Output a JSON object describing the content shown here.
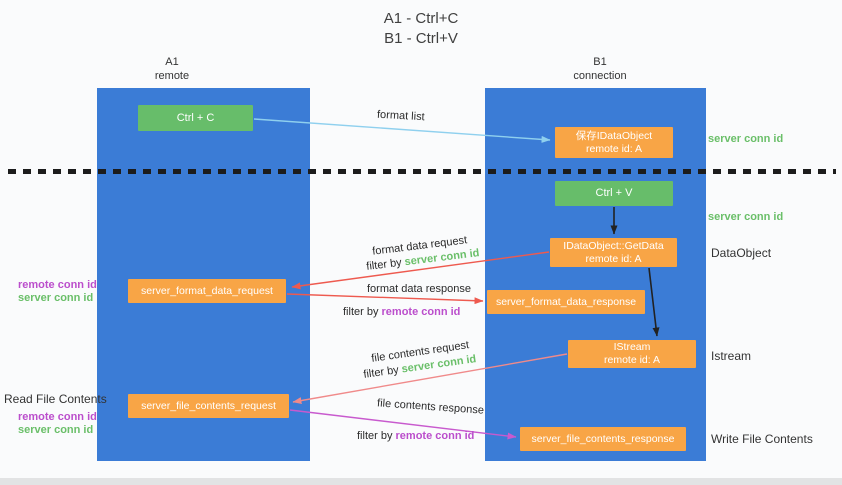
{
  "title": {
    "line1": "A1 - Ctrl+C",
    "line2": "B1 - Ctrl+V"
  },
  "lanes": {
    "left": {
      "name": "A1",
      "sub": "remote"
    },
    "right": {
      "name": "B1",
      "sub": "connection"
    }
  },
  "nodes": {
    "ctrl_c": "Ctrl + C",
    "ctrl_v": "Ctrl + V",
    "save_dataobject": {
      "line1": "保存IDataObject",
      "line2": "remote id: A"
    },
    "getdata": {
      "line1": "IDataObject::GetData",
      "line2": "remote id: A"
    },
    "istream": {
      "line1": "IStream",
      "line2": "remote id: A"
    },
    "format_request": "server_format_data_request",
    "format_response": "server_format_data_response",
    "file_request": "server_file_contents_request",
    "file_response": "server_file_contents_response"
  },
  "arrow_labels": {
    "format_list": "format list",
    "format_data_request": "format data request",
    "format_data_response": "format data response",
    "file_contents_request": "file contents request",
    "file_contents_response": "file contents response",
    "filter_by": "filter by"
  },
  "side_labels": {
    "server_conn_id": "server conn id",
    "remote_conn_id": "remote conn id",
    "dataobject": "DataObject",
    "istream": "Istream",
    "read_file_contents": "Read File Contents",
    "write_file_contents": "Write File Contents"
  },
  "colors": {
    "lane_blue": "#3b7cd6",
    "box_orange": "#f8a546",
    "box_green": "#67bd6a",
    "arrow_lightblue": "#8fd0ee",
    "arrow_red": "#ee5a4f",
    "arrow_salmon": "#f08a8a",
    "arrow_magenta": "#c85ace",
    "arrow_black": "#222222",
    "text_green": "#6abf69",
    "text_magenta": "#bb4ecc"
  }
}
